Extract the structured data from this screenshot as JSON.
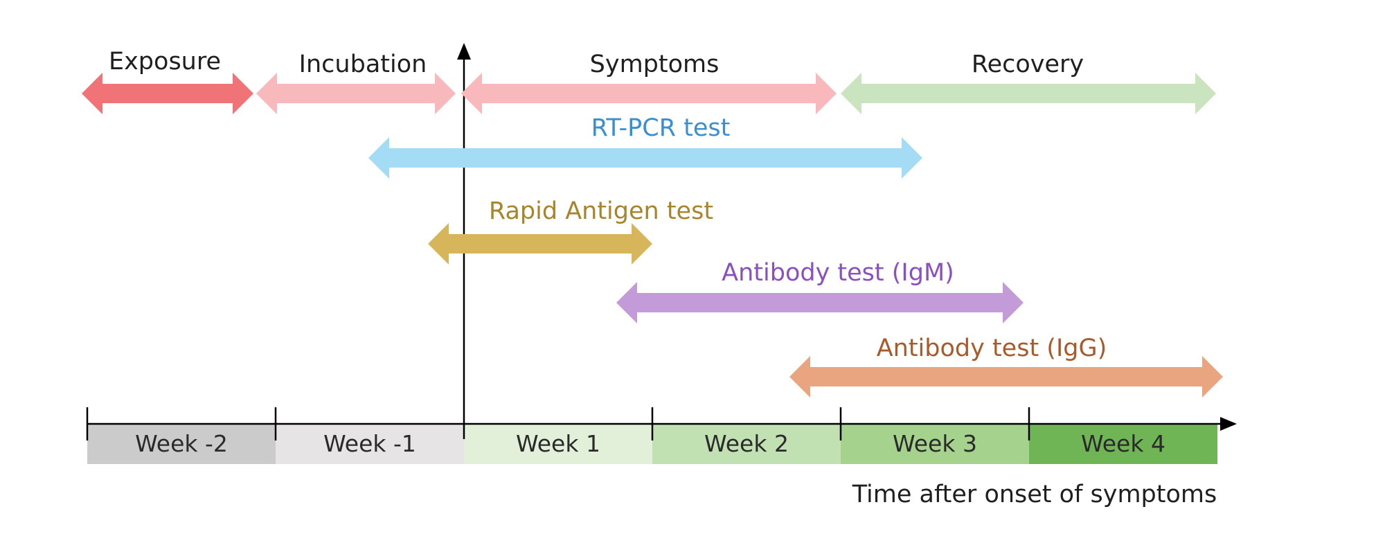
{
  "phases": [
    {
      "id": "exposure",
      "label": "Exposure",
      "color": "#f07377"
    },
    {
      "id": "incubation",
      "label": "Incubation",
      "color": "#f7b9bb"
    },
    {
      "id": "symptoms",
      "label": "Symptoms",
      "color": "#f9b8bc"
    },
    {
      "id": "recovery",
      "label": "Recovery",
      "color": "#c9e4bf"
    }
  ],
  "tests": [
    {
      "id": "rt-pcr",
      "label": "RT-PCR test",
      "color": "#a4dbf5",
      "text_color": "#3a8fd1"
    },
    {
      "id": "antigen",
      "label": "Rapid Antigen test",
      "color": "#d6b55b",
      "text_color": "#a8852a"
    },
    {
      "id": "igm",
      "label": "Antibody test (IgM)",
      "color": "#c39bd9",
      "text_color": "#8a4fc0"
    },
    {
      "id": "igg",
      "label": "Antibody test (IgG)",
      "color": "#e9a57f",
      "text_color": "#a85a2a"
    }
  ],
  "weeks": [
    {
      "id": "week-m2",
      "label": "Week -2",
      "color": "#cccbcb"
    },
    {
      "id": "week-m1",
      "label": "Week -1",
      "color": "#e6e4e4"
    },
    {
      "id": "week-1",
      "label": "Week 1",
      "color": "#e2f0da"
    },
    {
      "id": "week-2",
      "label": "Week 2",
      "color": "#c2e1b3"
    },
    {
      "id": "week-3",
      "label": "Week 3",
      "color": "#a5d38d"
    },
    {
      "id": "week-4",
      "label": "Week 4",
      "color": "#6fb556"
    }
  ],
  "axis": {
    "title": "Time after onset of symptoms"
  }
}
